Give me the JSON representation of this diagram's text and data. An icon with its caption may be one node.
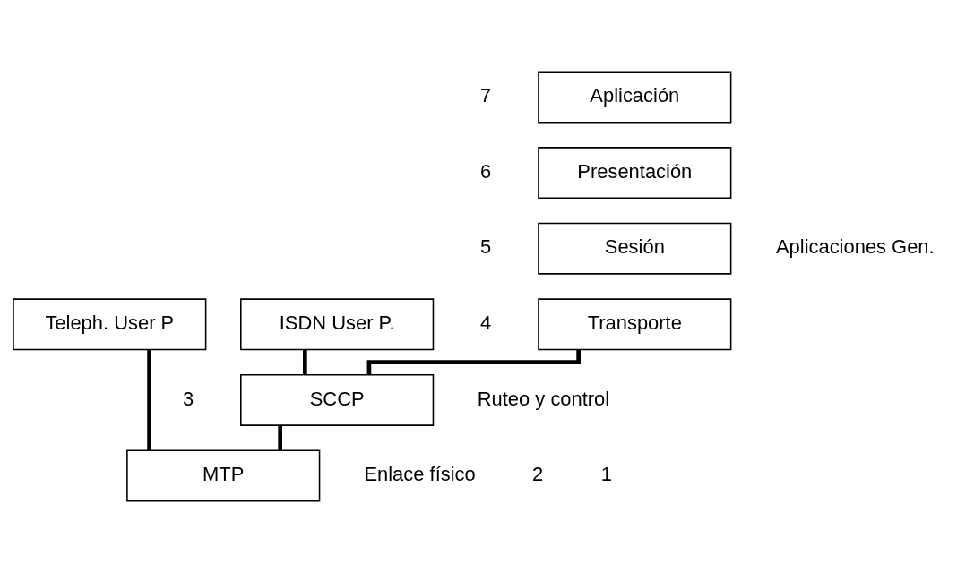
{
  "diagram": {
    "nodes": [
      {
        "text": [
          "Aplicación"
        ]
      },
      {
        "text": [
          "Presentación"
        ]
      },
      {
        "text": [
          "Sesión"
        ]
      },
      {
        "text": [
          "Transporte"
        ]
      },
      {
        "text": [
          "ISDN User P."
        ]
      },
      {
        "text": [
          "Teleph. User P"
        ]
      },
      {
        "text": [
          "SCCP"
        ]
      },
      {
        "text": [
          "MTP"
        ]
      }
    ],
    "edges": [
      {
        "from": 3,
        "to": 6,
        "arrow": "none"
      },
      {
        "from": 4,
        "to": 6,
        "arrow": "none"
      },
      {
        "from": 6,
        "to": 7,
        "arrow": "none"
      },
      {
        "from": 5,
        "to": 7,
        "arrow": "none"
      }
    ],
    "labels": [
      "7",
      "6",
      "5",
      "4",
      "Aplicaciones Gen.",
      "3",
      "Ruteo y control",
      "2",
      "1",
      "Enlace físico"
    ]
  }
}
